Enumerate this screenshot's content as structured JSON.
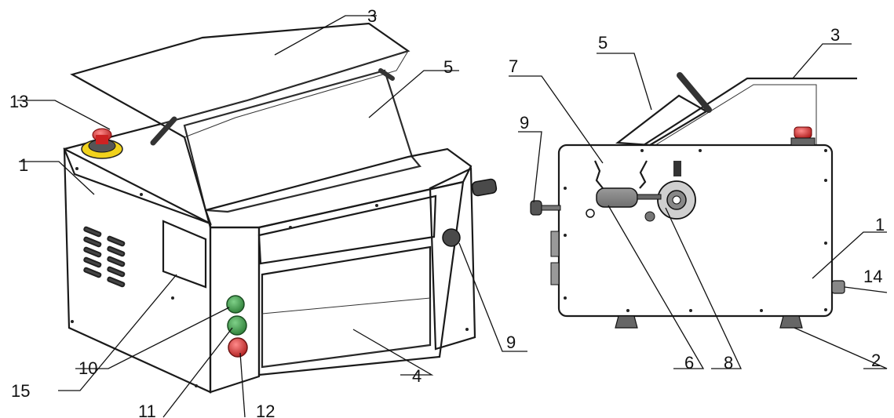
{
  "colors": {
    "stainless_light": "#e6e6e6",
    "stainless_mid": "#bdbdbd",
    "stainless_dark": "#8c8c8c",
    "outline": "#1a1a1a",
    "button_green": "#3fa34d",
    "button_red": "#d62f2f",
    "estop_yellow": "#f1d21c"
  },
  "callouts": {
    "front_view": {
      "c1": "1",
      "c3": "3",
      "c4": "4",
      "c5": "5",
      "c9": "9",
      "c10": "10",
      "c11": "11",
      "c12": "12",
      "c13": "13",
      "c15": "15"
    },
    "side_view": {
      "c1": "1",
      "c2": "2",
      "c3": "3",
      "c5": "5",
      "c6": "6",
      "c7": "7",
      "c8": "8",
      "c9": "9",
      "c14": "14"
    }
  }
}
